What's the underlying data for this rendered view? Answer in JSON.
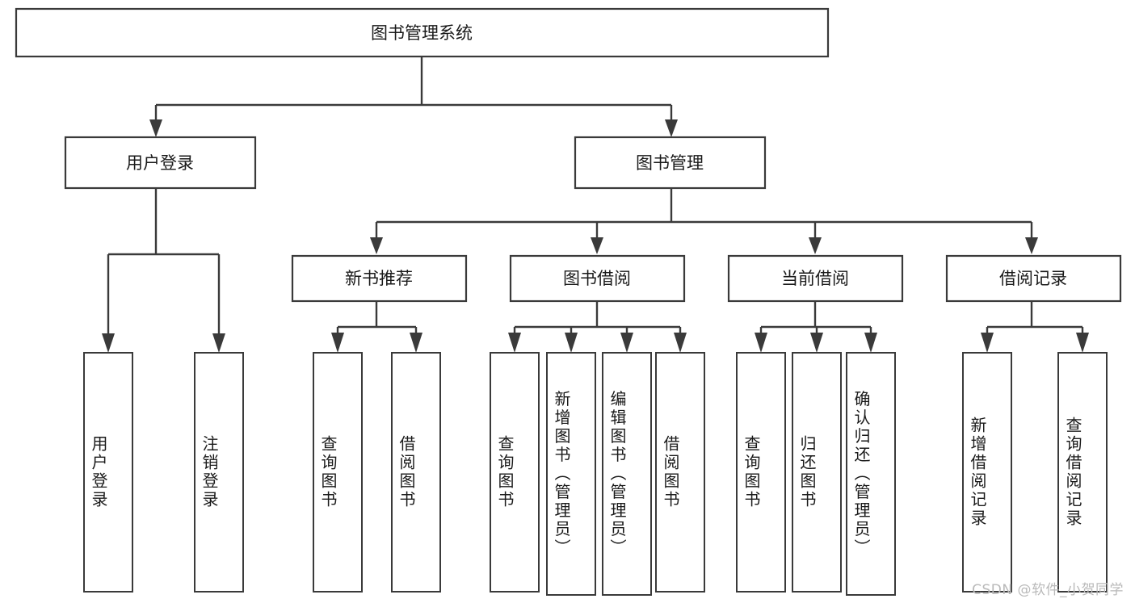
{
  "diagram": {
    "type": "tree-hierarchy-chart",
    "title": "图书管理系统",
    "orientation": "top-down",
    "colors": {
      "box_stroke": "#3a3a3a",
      "box_fill": "#ffffff",
      "edge": "#3a3a3a",
      "text": "#1a1a1a",
      "watermark": "#b9b9b9",
      "background": "#ffffff"
    },
    "root": {
      "id": "root",
      "label": "图书管理系统"
    },
    "level2": [
      {
        "id": "user-login",
        "label": "用户登录"
      },
      {
        "id": "book-manage",
        "label": "图书管理"
      }
    ],
    "level3": [
      {
        "id": "new-book-rec",
        "label": "新书推荐",
        "parent": "book-manage"
      },
      {
        "id": "book-borrow",
        "label": "图书借阅",
        "parent": "book-manage"
      },
      {
        "id": "current-borrow",
        "label": "当前借阅",
        "parent": "book-manage"
      },
      {
        "id": "borrow-record",
        "label": "借阅记录",
        "parent": "book-manage"
      }
    ],
    "leaves": {
      "user-login": [
        {
          "id": "leaf-user-login",
          "label": "用户登录"
        },
        {
          "id": "leaf-user-logout",
          "label": "注销登录"
        }
      ],
      "new-book-rec": [
        {
          "id": "leaf-query-book-1",
          "label": "查询图书"
        },
        {
          "id": "leaf-borrow-book-1",
          "label": "借阅图书"
        }
      ],
      "book-borrow": [
        {
          "id": "leaf-query-book-2",
          "label": "查询图书"
        },
        {
          "id": "leaf-add-book",
          "label": "新增图书（管理员）"
        },
        {
          "id": "leaf-edit-book",
          "label": "编辑图书（管理员）"
        },
        {
          "id": "leaf-borrow-book-2",
          "label": "借阅图书"
        }
      ],
      "current-borrow": [
        {
          "id": "leaf-query-book-3",
          "label": "查询图书"
        },
        {
          "id": "leaf-return-book",
          "label": "归还图书"
        },
        {
          "id": "leaf-confirm-return",
          "label": "确认归还（管理员）"
        }
      ],
      "borrow-record": [
        {
          "id": "leaf-add-record",
          "label": "新增借阅记录"
        },
        {
          "id": "leaf-query-record",
          "label": "查询借阅记录"
        }
      ]
    }
  },
  "watermark": {
    "text": "CSDN @软件_小贺同学"
  }
}
